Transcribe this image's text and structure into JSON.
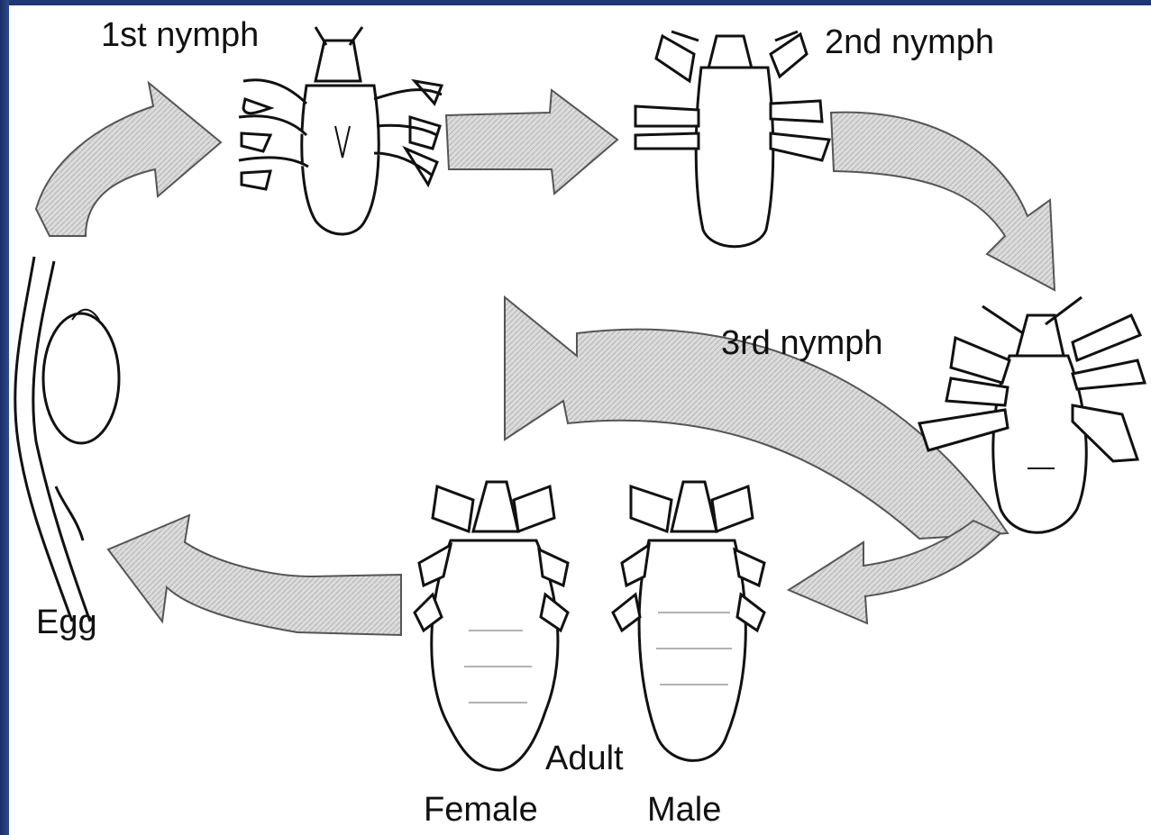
{
  "stages": {
    "nymph1": "1st nymph",
    "nymph2": "2nd nymph",
    "nymph3": "3rd nymph",
    "egg": "Egg",
    "adult": "Adult",
    "female": "Female",
    "male": "Male"
  },
  "colors": {
    "arrow_fill": "#d9d9d9",
    "arrow_stroke": "#555555",
    "outline": "#111111",
    "frame": "#1f3674"
  }
}
